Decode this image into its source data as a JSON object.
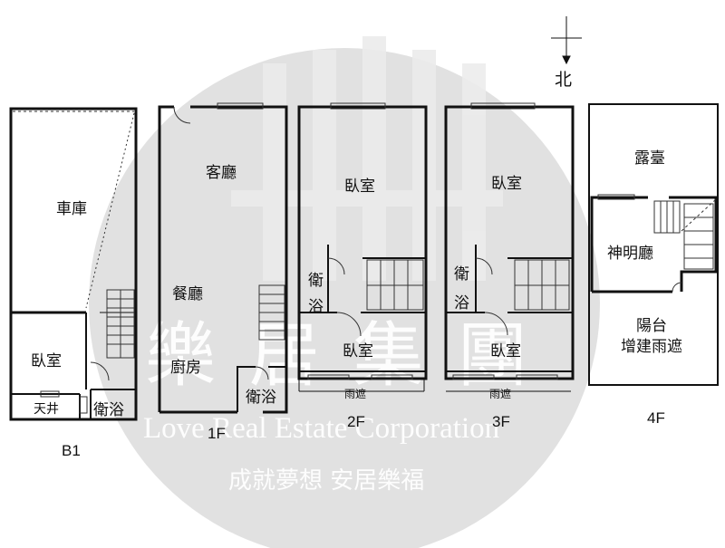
{
  "north": {
    "label": "北"
  },
  "floors": {
    "b1": {
      "name": "B1",
      "rooms": {
        "garage": "車庫",
        "bedroom": "臥室",
        "skylight": "天井",
        "bathroom": "衛浴"
      }
    },
    "f1": {
      "name": "1F",
      "rooms": {
        "living": "客廳",
        "dining": "餐廳",
        "kitchen": "廚房",
        "bathroom": "衛浴"
      }
    },
    "f2": {
      "name": "2F",
      "rooms": {
        "bedroom_main": "臥室",
        "bath_top": "衛",
        "bath_bottom": "浴",
        "bedroom_back": "臥室",
        "canopy": "雨遮"
      }
    },
    "f3": {
      "name": "3F",
      "rooms": {
        "bedroom_main": "臥室",
        "bath_top": "衛",
        "bath_bottom": "浴",
        "bedroom_back": "臥室",
        "canopy": "雨遮"
      }
    },
    "f4": {
      "name": "4F",
      "rooms": {
        "terrace": "露臺",
        "shrine": "神明廳",
        "balcony_1": "陽台",
        "balcony_2": "增建雨遮"
      }
    }
  },
  "watermark": {
    "brand": "樂 居 集 團",
    "english": "Love Real Estate Corporation",
    "slogan": "成就夢想 安居樂福",
    "circle_color": "#d9d9d9"
  }
}
